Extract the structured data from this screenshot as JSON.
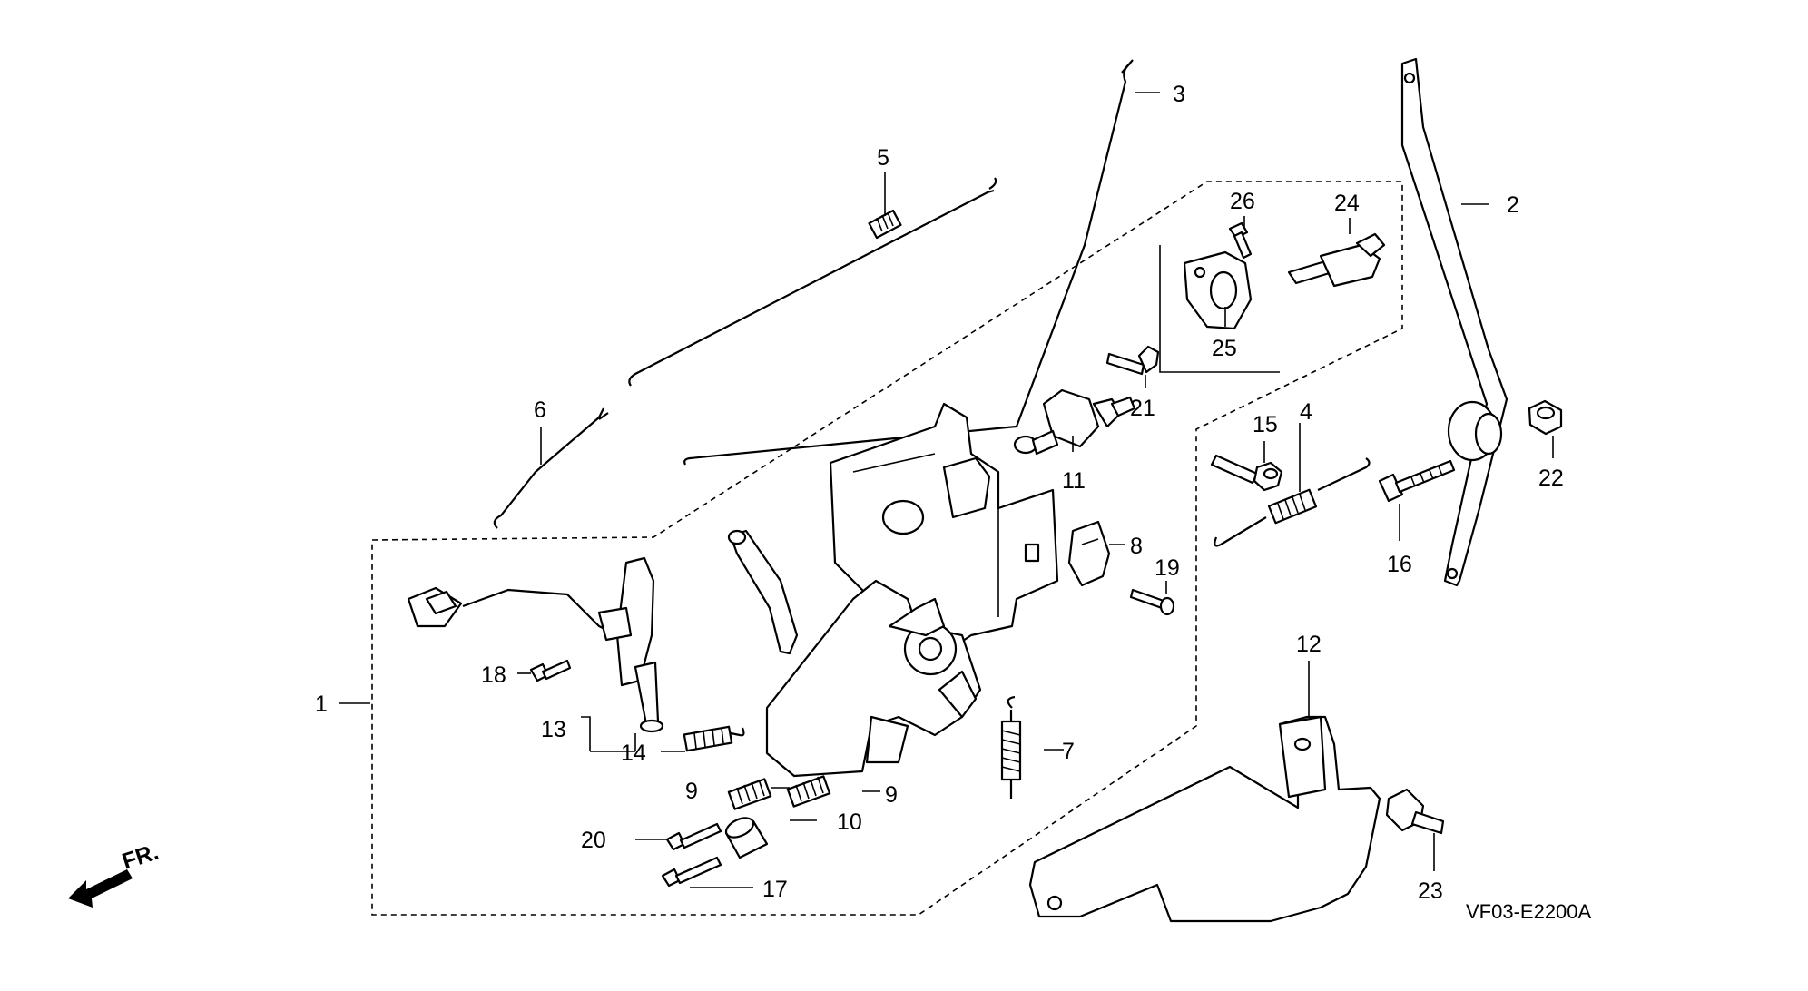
{
  "diagram": {
    "code": "VF03-E2200A",
    "direction_label": "FR.",
    "callouts": [
      "1",
      "2",
      "3",
      "4",
      "5",
      "6",
      "7",
      "8",
      "9",
      "9",
      "10",
      "11",
      "12",
      "13",
      "14",
      "15",
      "16",
      "17",
      "18",
      "19",
      "20",
      "21",
      "22",
      "23",
      "24",
      "25",
      "26"
    ]
  }
}
